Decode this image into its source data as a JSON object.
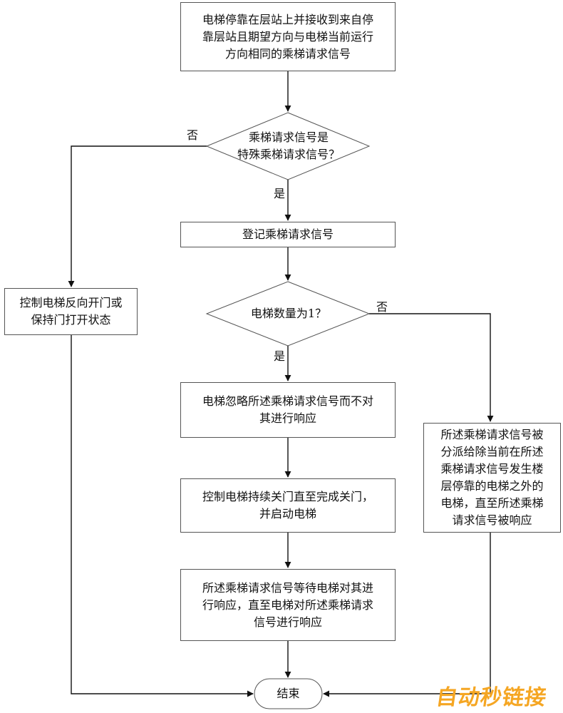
{
  "nodes": {
    "start": "电梯停靠在层站上并接收到来自停\n靠层站且期望方向与电梯当前运行\n方向相同的乘梯请求信号",
    "decision_special": "乘梯请求信号是\n特殊乘梯请求信号？",
    "register": "登记乘梯请求信号",
    "control_reverse": "控制电梯反向开门或\n保持门打开状态",
    "decision_count": "电梯数量为1？",
    "ignore": "电梯忽略所述乘梯请求信号而不对\n其进行响应",
    "dispatch": "所述乘梯请求信号被\n分派给除当前在所述\n乘梯请求信号发生楼\n层停靠的电梯之外的\n电梯，直至所述乘梯\n请求信号被响应",
    "close_door": "控制电梯持续关门直至完成关门，\n并启动电梯",
    "wait": "所述乘梯请求信号等待电梯对其进\n行响应，直至电梯对所述乘梯请求\n信号进行响应",
    "end": "结束"
  },
  "edge_labels": {
    "special_no": "否",
    "special_yes": "是",
    "count_no": "否",
    "count_yes": "是"
  },
  "watermark": "自动秒链接",
  "colors": {
    "line": "#111111",
    "box_border": "#555555",
    "watermark": "#f5a623"
  }
}
